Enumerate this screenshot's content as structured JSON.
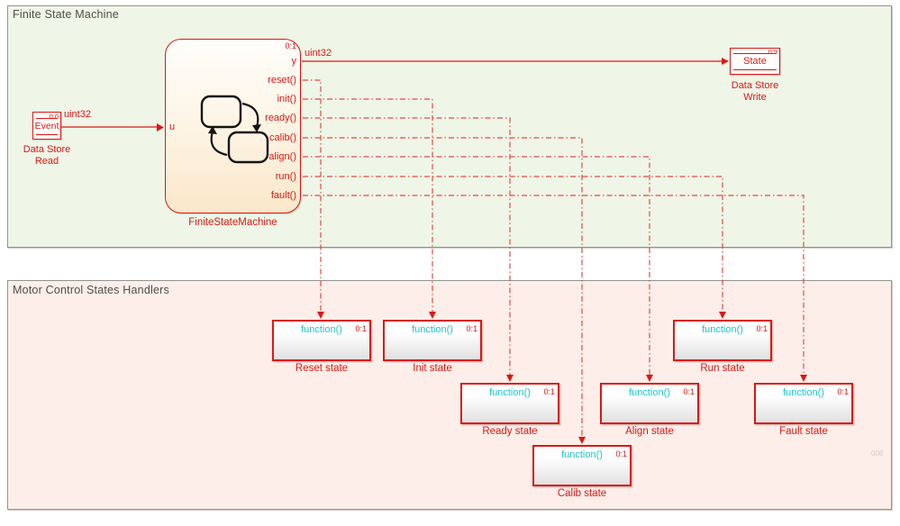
{
  "colors": {
    "red": "#dd1712",
    "cyan": "#1fc2cc",
    "region_green": "#eff5e7",
    "region_pink": "#fdeee9"
  },
  "regions": {
    "fsm": {
      "title": "Finite State Machine"
    },
    "handlers": {
      "title": "Motor Control States Handlers"
    }
  },
  "chart": {
    "label": "FiniteStateMachine",
    "badge": "0:1",
    "input_port": "u",
    "output_port": "y",
    "event_ports": [
      "reset()",
      "init()",
      "ready()",
      "calib()",
      "align()",
      "run()",
      "fault()"
    ]
  },
  "data_store_read": {
    "name": "Event",
    "badge": "0:0",
    "label_line1": "Data Store",
    "label_line2": "Read",
    "signal_type": "uint32"
  },
  "data_store_write": {
    "name": "State",
    "badge": "0:9",
    "label_line1": "Data Store",
    "label_line2": "Write",
    "signal_type": "uint32"
  },
  "function_blocks": [
    {
      "header": "function()",
      "badge": "0:1",
      "label": "Reset state"
    },
    {
      "header": "function()",
      "badge": "0:1",
      "label": "Init state"
    },
    {
      "header": "function()",
      "badge": "0:1",
      "label": "Ready state"
    },
    {
      "header": "function()",
      "badge": "0:1",
      "label": "Calib state"
    },
    {
      "header": "function()",
      "badge": "0:1",
      "label": "Align state"
    },
    {
      "header": "function()",
      "badge": "0:1",
      "label": "Run state"
    },
    {
      "header": "function()",
      "badge": "0:1",
      "label": "Fault state"
    }
  ],
  "watermark": "008"
}
